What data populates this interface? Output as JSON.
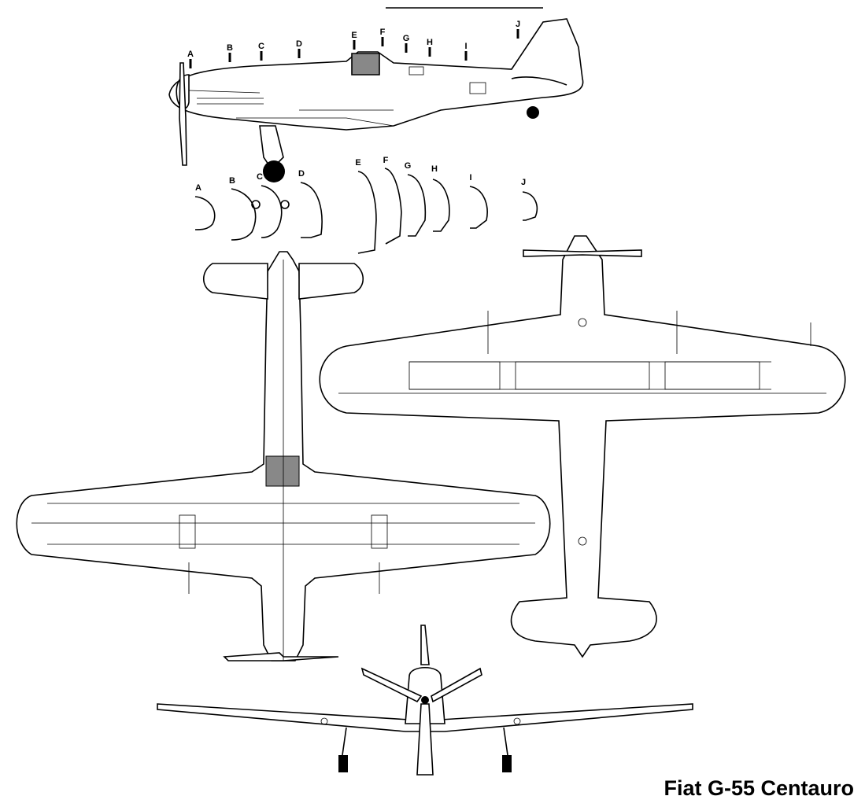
{
  "title": "Fiat G-55 Centauro",
  "side_view_station_labels": [
    "A",
    "B",
    "C",
    "D",
    "E",
    "F",
    "G",
    "H",
    "I",
    "J"
  ],
  "cross_section_labels": [
    "A",
    "B",
    "C",
    "D",
    "E",
    "F",
    "G",
    "H",
    "I",
    "J"
  ],
  "colors": {
    "line": "#000000",
    "background": "#ffffff",
    "canopy_fill": "#888888"
  }
}
